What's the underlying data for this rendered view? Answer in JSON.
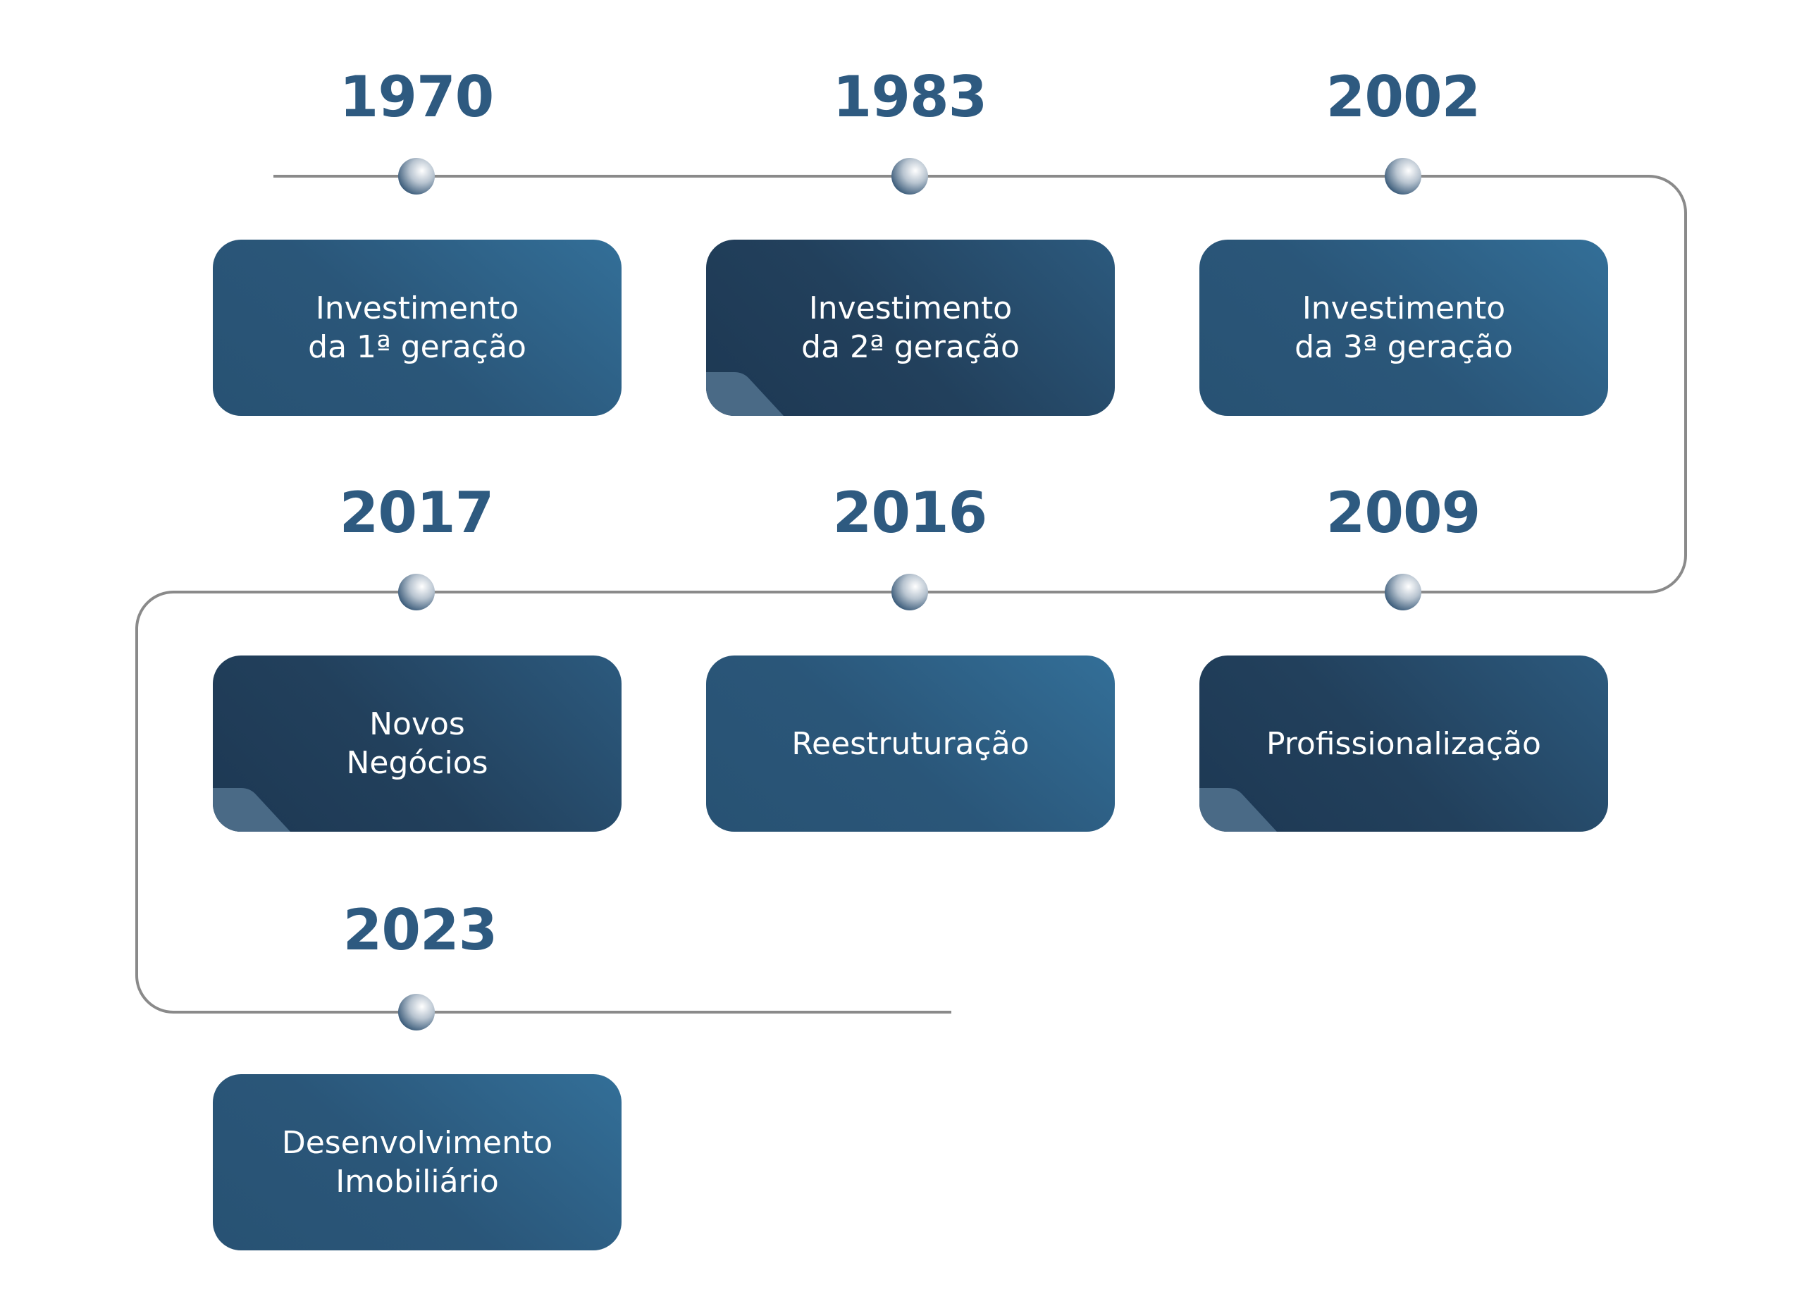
{
  "colors": {
    "year_text": "#2e5a80",
    "track_line": "#8a8a8a",
    "card_light": "#336f98",
    "card_dark": "#1d3853",
    "card_text": "#ffffff",
    "fold": "#4a6a86"
  },
  "milestones": [
    {
      "year": "1970",
      "label": "Investimento\nda 1ª geração",
      "style": "light"
    },
    {
      "year": "1983",
      "label": "Investimento\nda 2ª geração",
      "style": "dark"
    },
    {
      "year": "2002",
      "label": "Investimento\nda 3ª geração",
      "style": "light"
    },
    {
      "year": "2017",
      "label": "Novos\nNegócios",
      "style": "dark"
    },
    {
      "year": "2016",
      "label": "Reestruturação",
      "style": "light"
    },
    {
      "year": "2009",
      "label": "Profissionalização",
      "style": "dark"
    },
    {
      "year": "2023",
      "label": "Desenvolvimento\nImobiliário",
      "style": "light"
    }
  ]
}
